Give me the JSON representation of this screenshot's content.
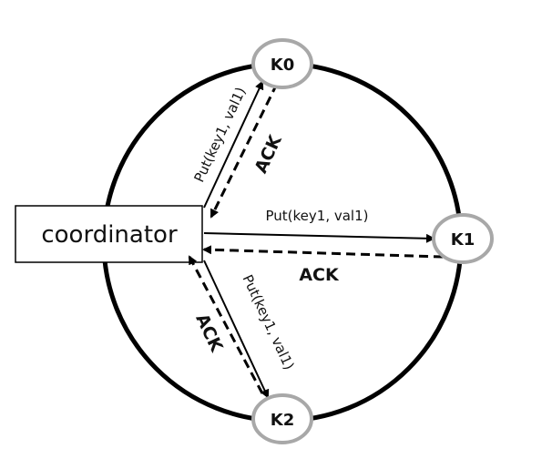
{
  "coordinator": {
    "label": "coordinator"
  },
  "nodes": {
    "k0": {
      "label": "K0"
    },
    "k1": {
      "label": "K1"
    },
    "k2": {
      "label": "K2"
    }
  },
  "messages": {
    "put_k0": "Put(key1, val1)",
    "put_k1": "Put(key1, val1)",
    "put_k2": "Put(key1, val1)",
    "ack_k0": "ACK",
    "ack_k1": "ACK",
    "ack_k2": "ACK"
  },
  "colors": {
    "stroke": "#000000",
    "node_stroke": "#a8a8a8",
    "node_fill": "#ffffff",
    "text": "#111111"
  }
}
